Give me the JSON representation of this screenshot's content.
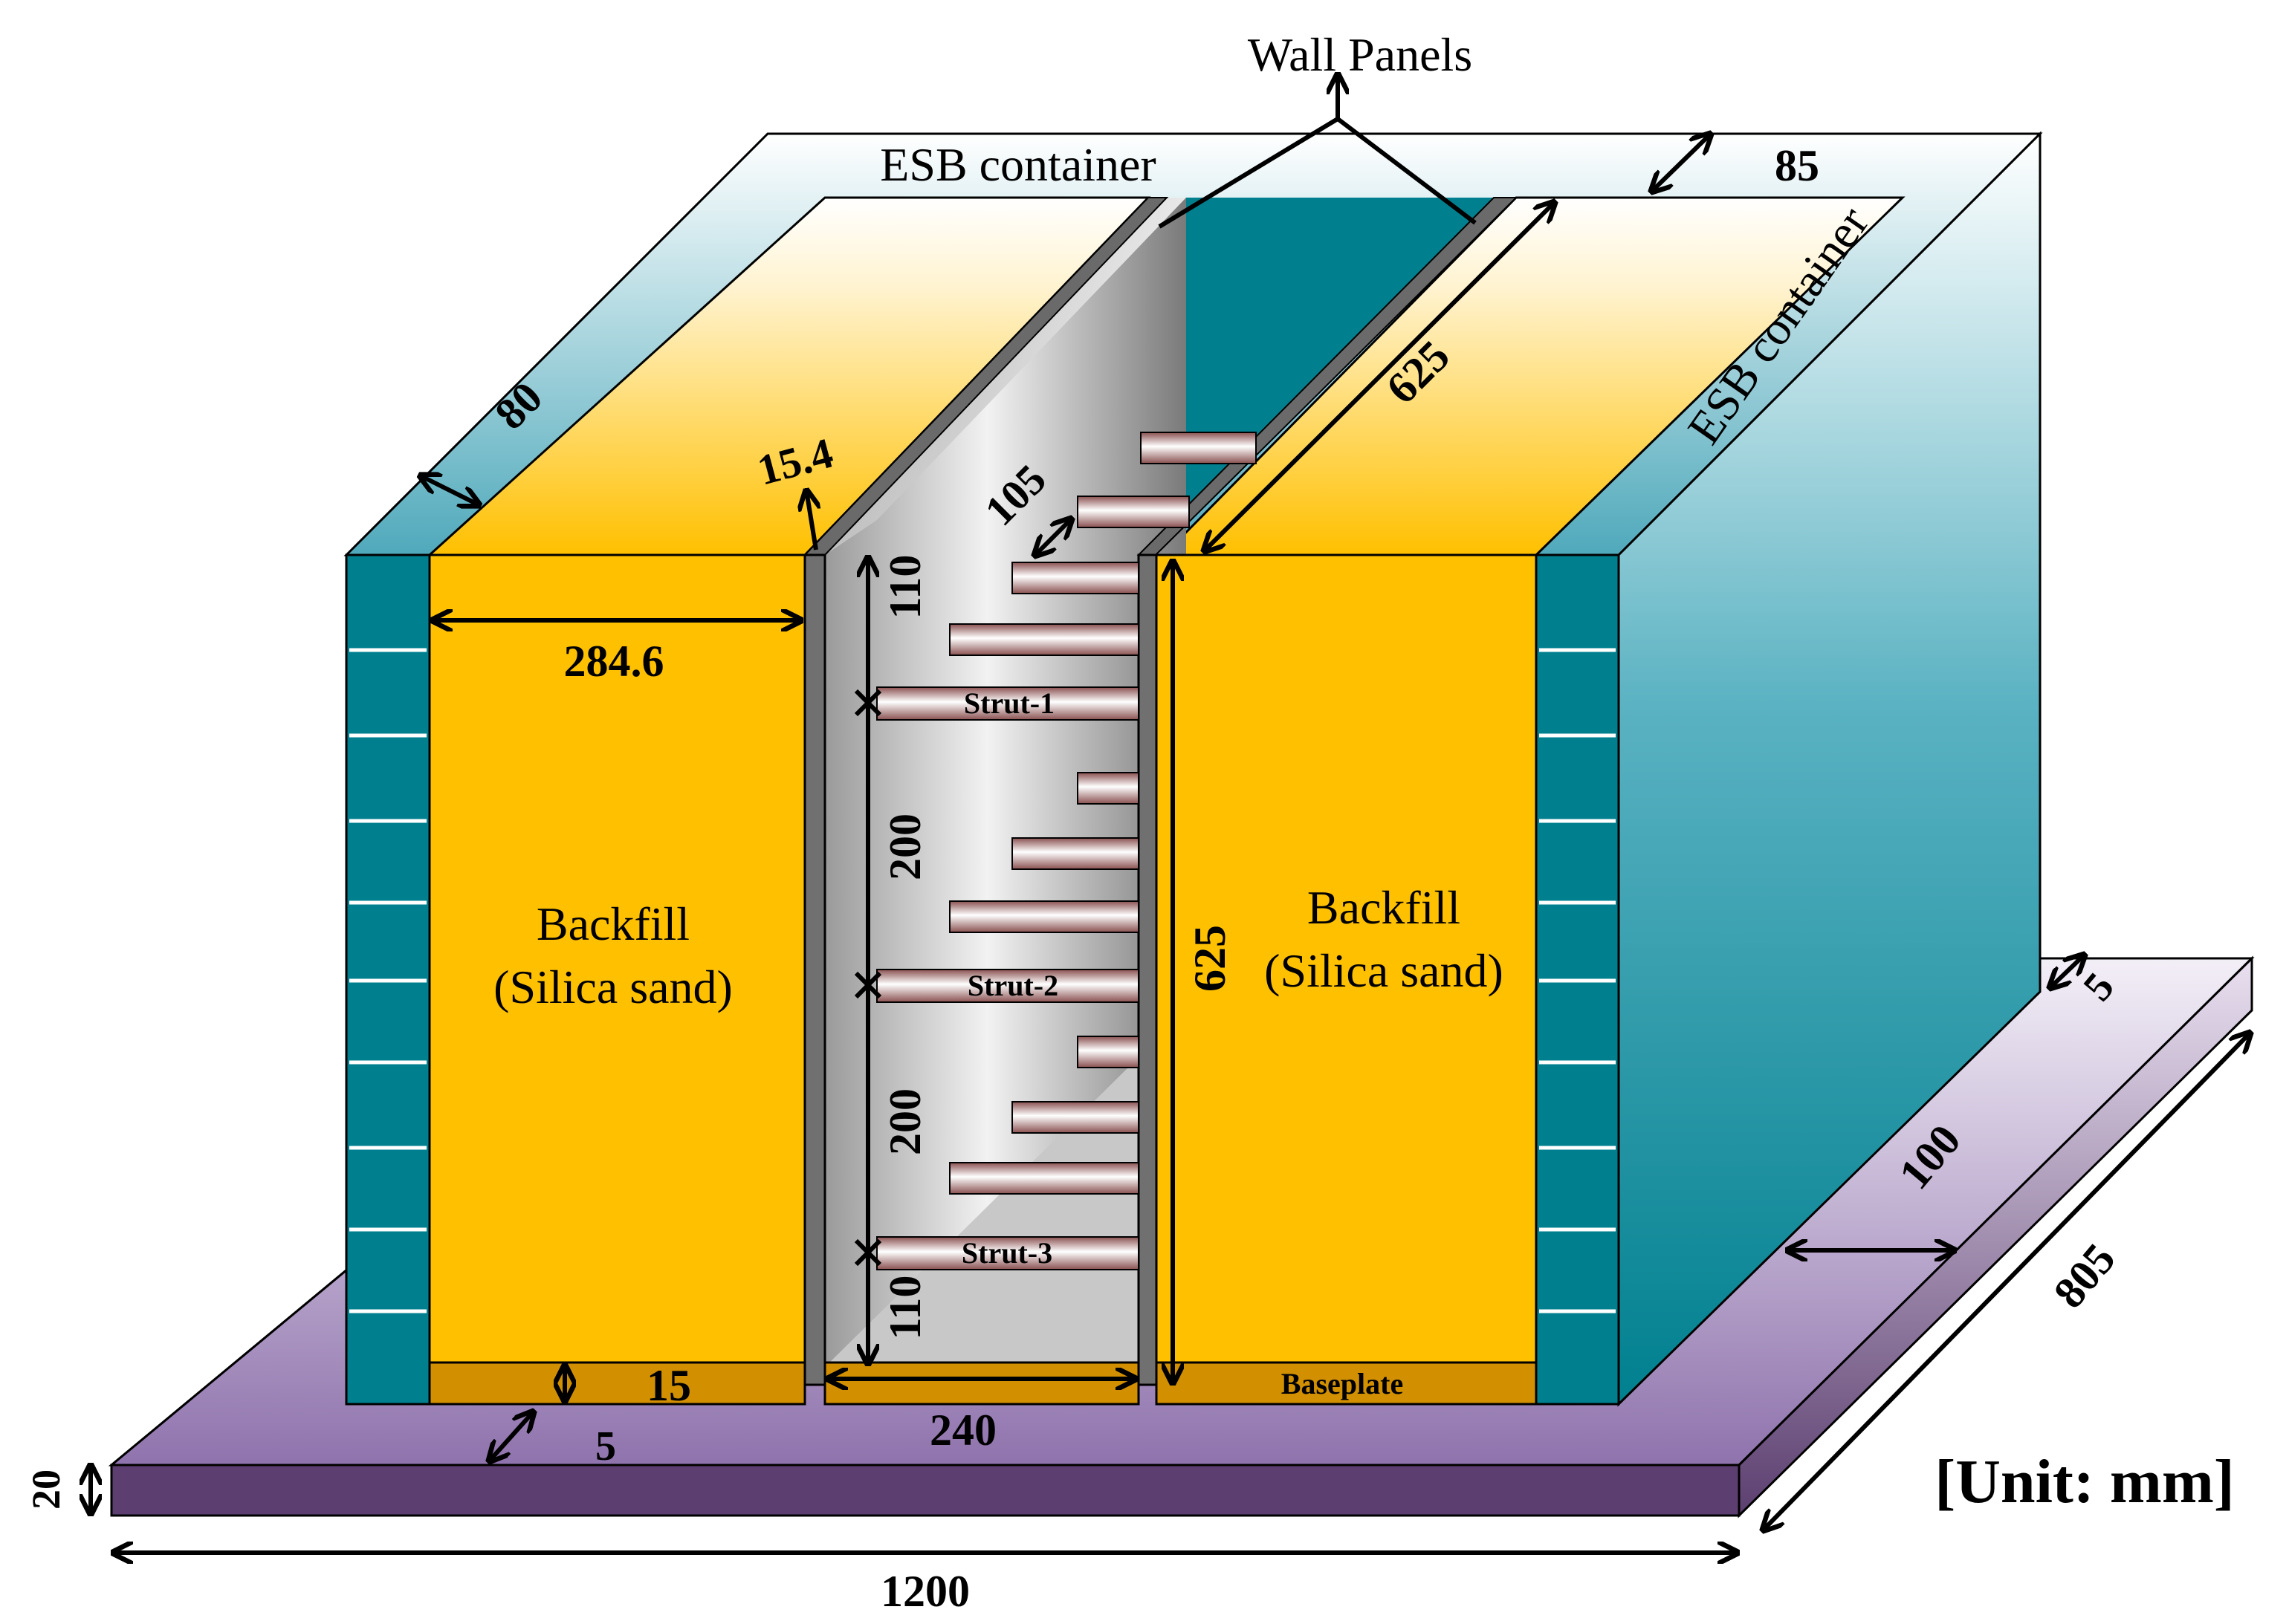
{
  "labels": {
    "wall_panels": "Wall Panels",
    "esb_container_top": "ESB container",
    "esb_container_side": "ESB container",
    "backfill_left_1": "Backfill",
    "backfill_left_2": "(Silica sand)",
    "backfill_right_1": "Backfill",
    "backfill_right_2": "(Silica sand)",
    "strut_1": "Strut-1",
    "strut_2": "Strut-2",
    "strut_3": "Strut-3",
    "baseplate": "Baseplate",
    "unit": "[Unit: mm]"
  },
  "dimensions": {
    "d85": "85",
    "d80": "80",
    "d625_top": "625",
    "d15_4": "15.4",
    "d105": "105",
    "d284_6": "284.6",
    "d110_top": "110",
    "d200_a": "200",
    "d200_b": "200",
    "d110_bottom": "110",
    "d625_right": "625",
    "d5_right": "5",
    "d100": "100",
    "d805": "805",
    "d15": "15",
    "d5_left": "5",
    "d240": "240",
    "d20": "20",
    "d1200": "1200"
  },
  "colors": {
    "sand": "#ffc000",
    "container_teal": "#00808f",
    "container_light": "#d8eef2",
    "panel_gray": "#707070",
    "baseplate": "#d29000",
    "platform_top": "#b8a0cc",
    "platform_front": "#5c3f70",
    "strut": "#e8c8cc"
  }
}
